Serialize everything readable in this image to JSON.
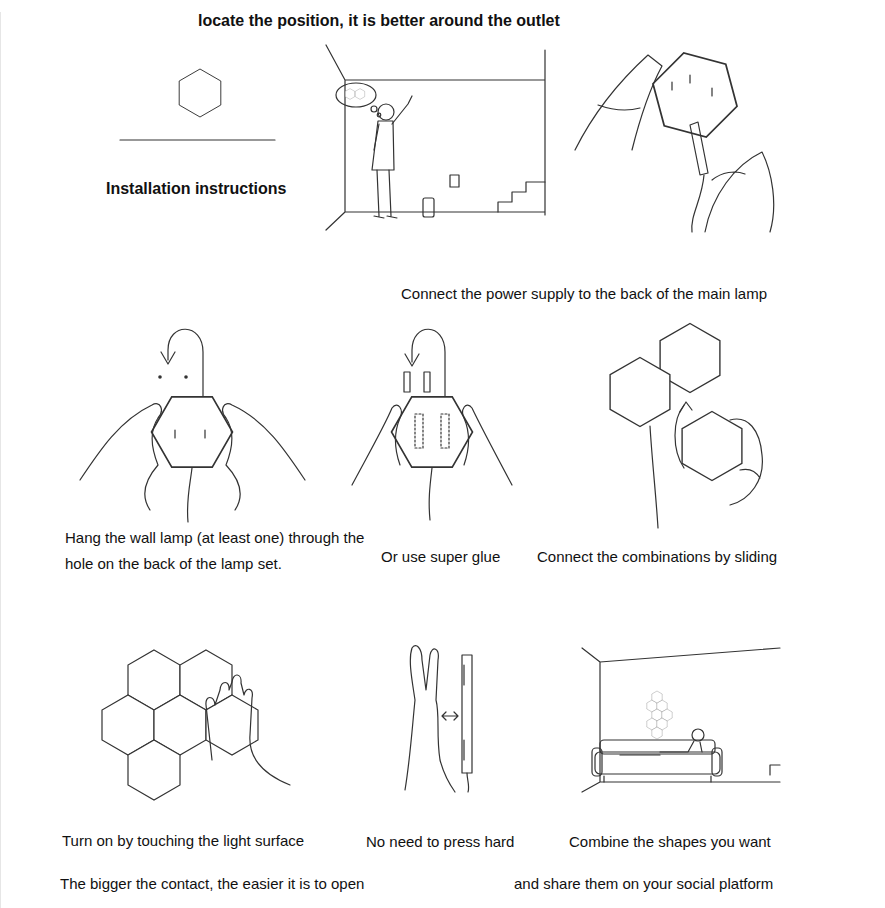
{
  "diagram": {
    "title": "Installation instructions",
    "labels": [
      "locate the position, it is better around the outlet",
      "Connect the power supply to the back of the main lamp",
      "Hang the wall lamp (at least one) through the hole on the back of the lamp set.",
      "Or use super glue",
      "Connect the combinations by sliding",
      "Turn on by touching the light surface",
      "No need to press hard",
      "Combine the shapes you want",
      "The bigger the contact, the easier it is to open",
      "and share them on your social platform"
    ]
  }
}
